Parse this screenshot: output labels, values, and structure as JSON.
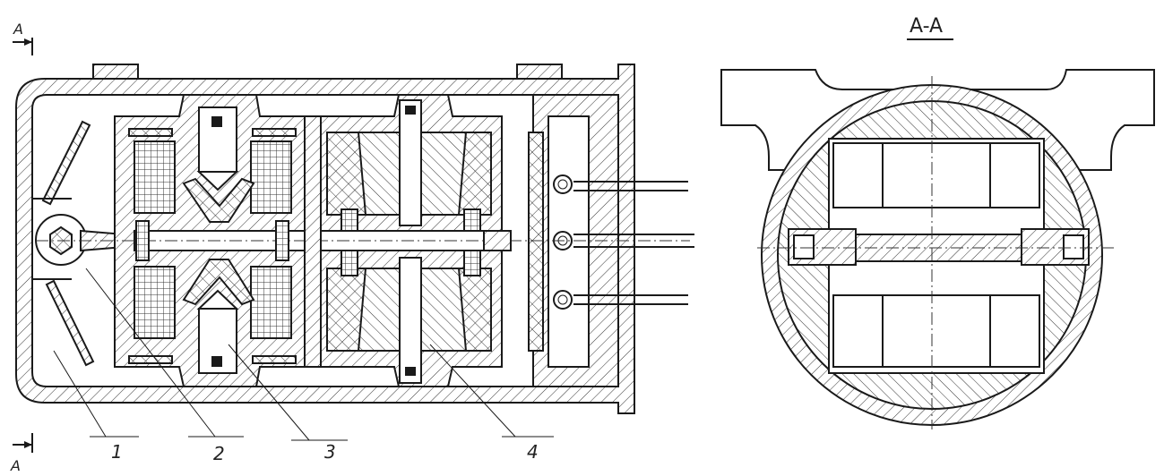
{
  "section_marks": {
    "top": "A",
    "bottom": "A"
  },
  "section_title": "A-A",
  "callouts": [
    {
      "id": "1",
      "text": "1"
    },
    {
      "id": "2",
      "text": "2"
    },
    {
      "id": "3",
      "text": "3"
    },
    {
      "id": "4",
      "text": "4"
    }
  ],
  "icons": {
    "section_arrow": "section-arrow-icon"
  },
  "colors": {
    "ink": "#1a1a1a",
    "paper": "#ffffff"
  }
}
